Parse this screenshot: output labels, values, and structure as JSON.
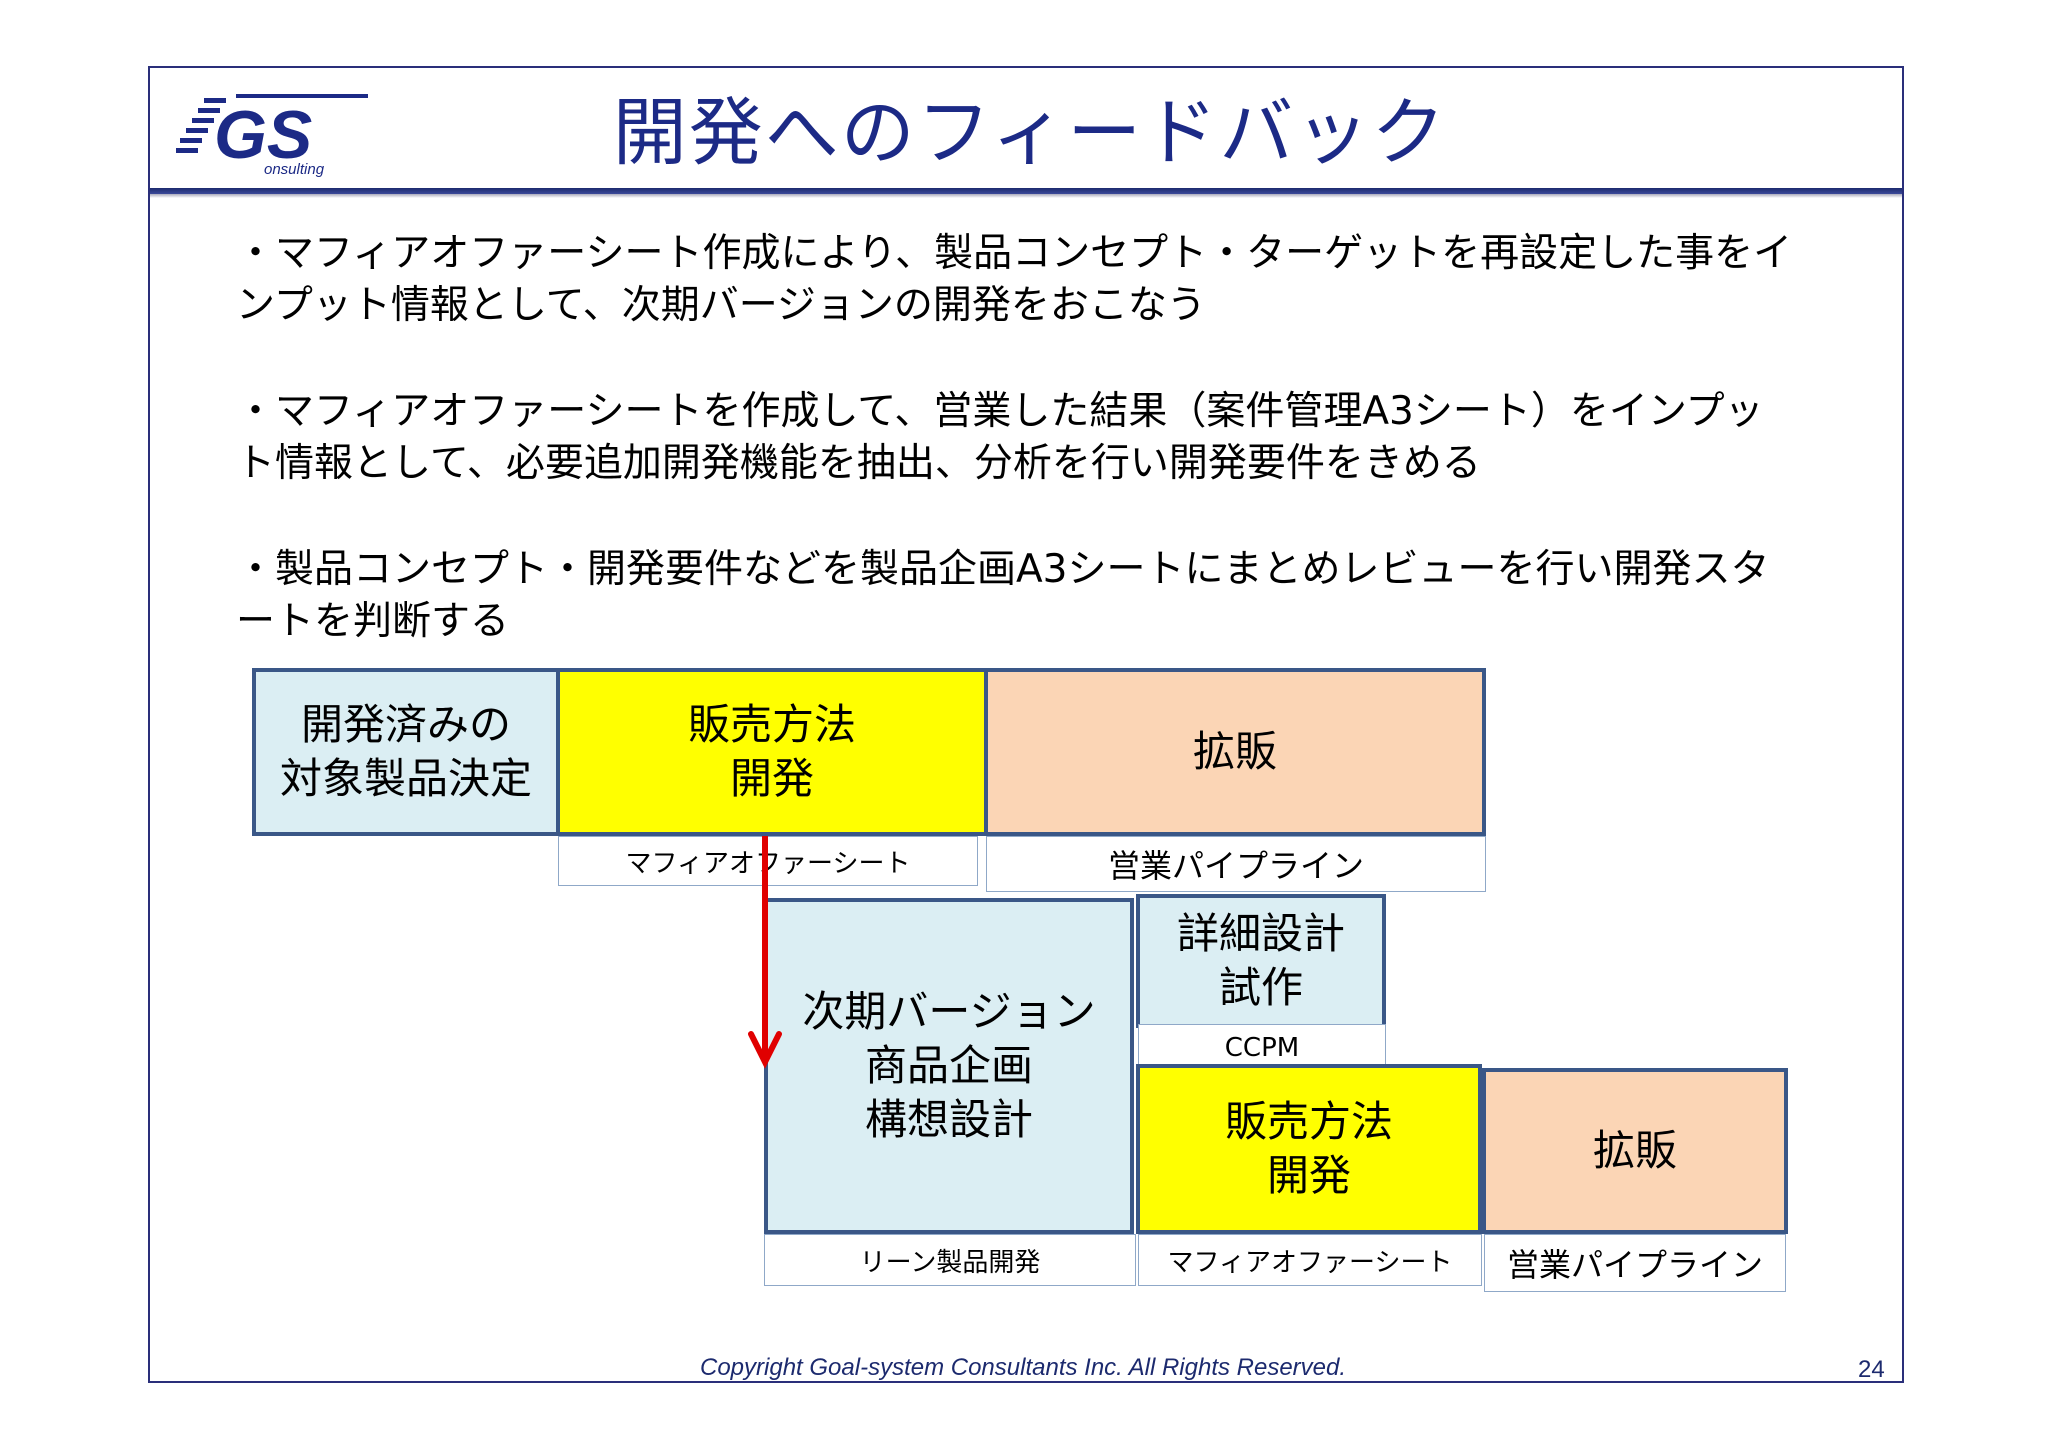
{
  "title": "開発へのフィードバック",
  "logo": {
    "main": "GS",
    "sub": "onsulting"
  },
  "bullets": [
    "・マフィアオファーシート作成により、製品コンセプト・ターゲットを再設定した事をインプット情報として、次期バージョンの開発をおこなう",
    "・マフィアオファーシートを作成して、営業した結果（案件管理A3シート）をインプット情報として、必要追加開発機能を抽出、分析を行い開発要件をきめる",
    "・製品コンセプト・開発要件などを製品企画A3シートにまとめレビューを行い開発スタートを判断する"
  ],
  "diagram": {
    "row1": {
      "decide": "開発済みの\n対象製品決定",
      "sales_method": "販売方法\n開発",
      "expand": "拡販",
      "label_offer": "マフィアオファーシート",
      "label_pipeline": "営業パイプライン"
    },
    "row2": {
      "next_version": "次期バージョン\n商品企画\n構想設計",
      "detail": "詳細設計\n試作",
      "label_ccpm": "CCPM",
      "sales_method": "販売方法\n開発",
      "expand": "拡販",
      "label_lean": "リーン製品開発",
      "label_offer": "マフィアオファーシート",
      "label_pipeline": "営業パイプライン"
    }
  },
  "footer": {
    "copyright": "Copyright Goal-system Consultants Inc. All Rights Reserved.",
    "page": "24"
  },
  "colors": {
    "frame": "#2a2f7a",
    "title": "#1c2a86",
    "box_blue": "#dbeef3",
    "box_yellow": "#ffff00",
    "box_peach": "#fbd5b5",
    "arrow": "#e00000"
  }
}
